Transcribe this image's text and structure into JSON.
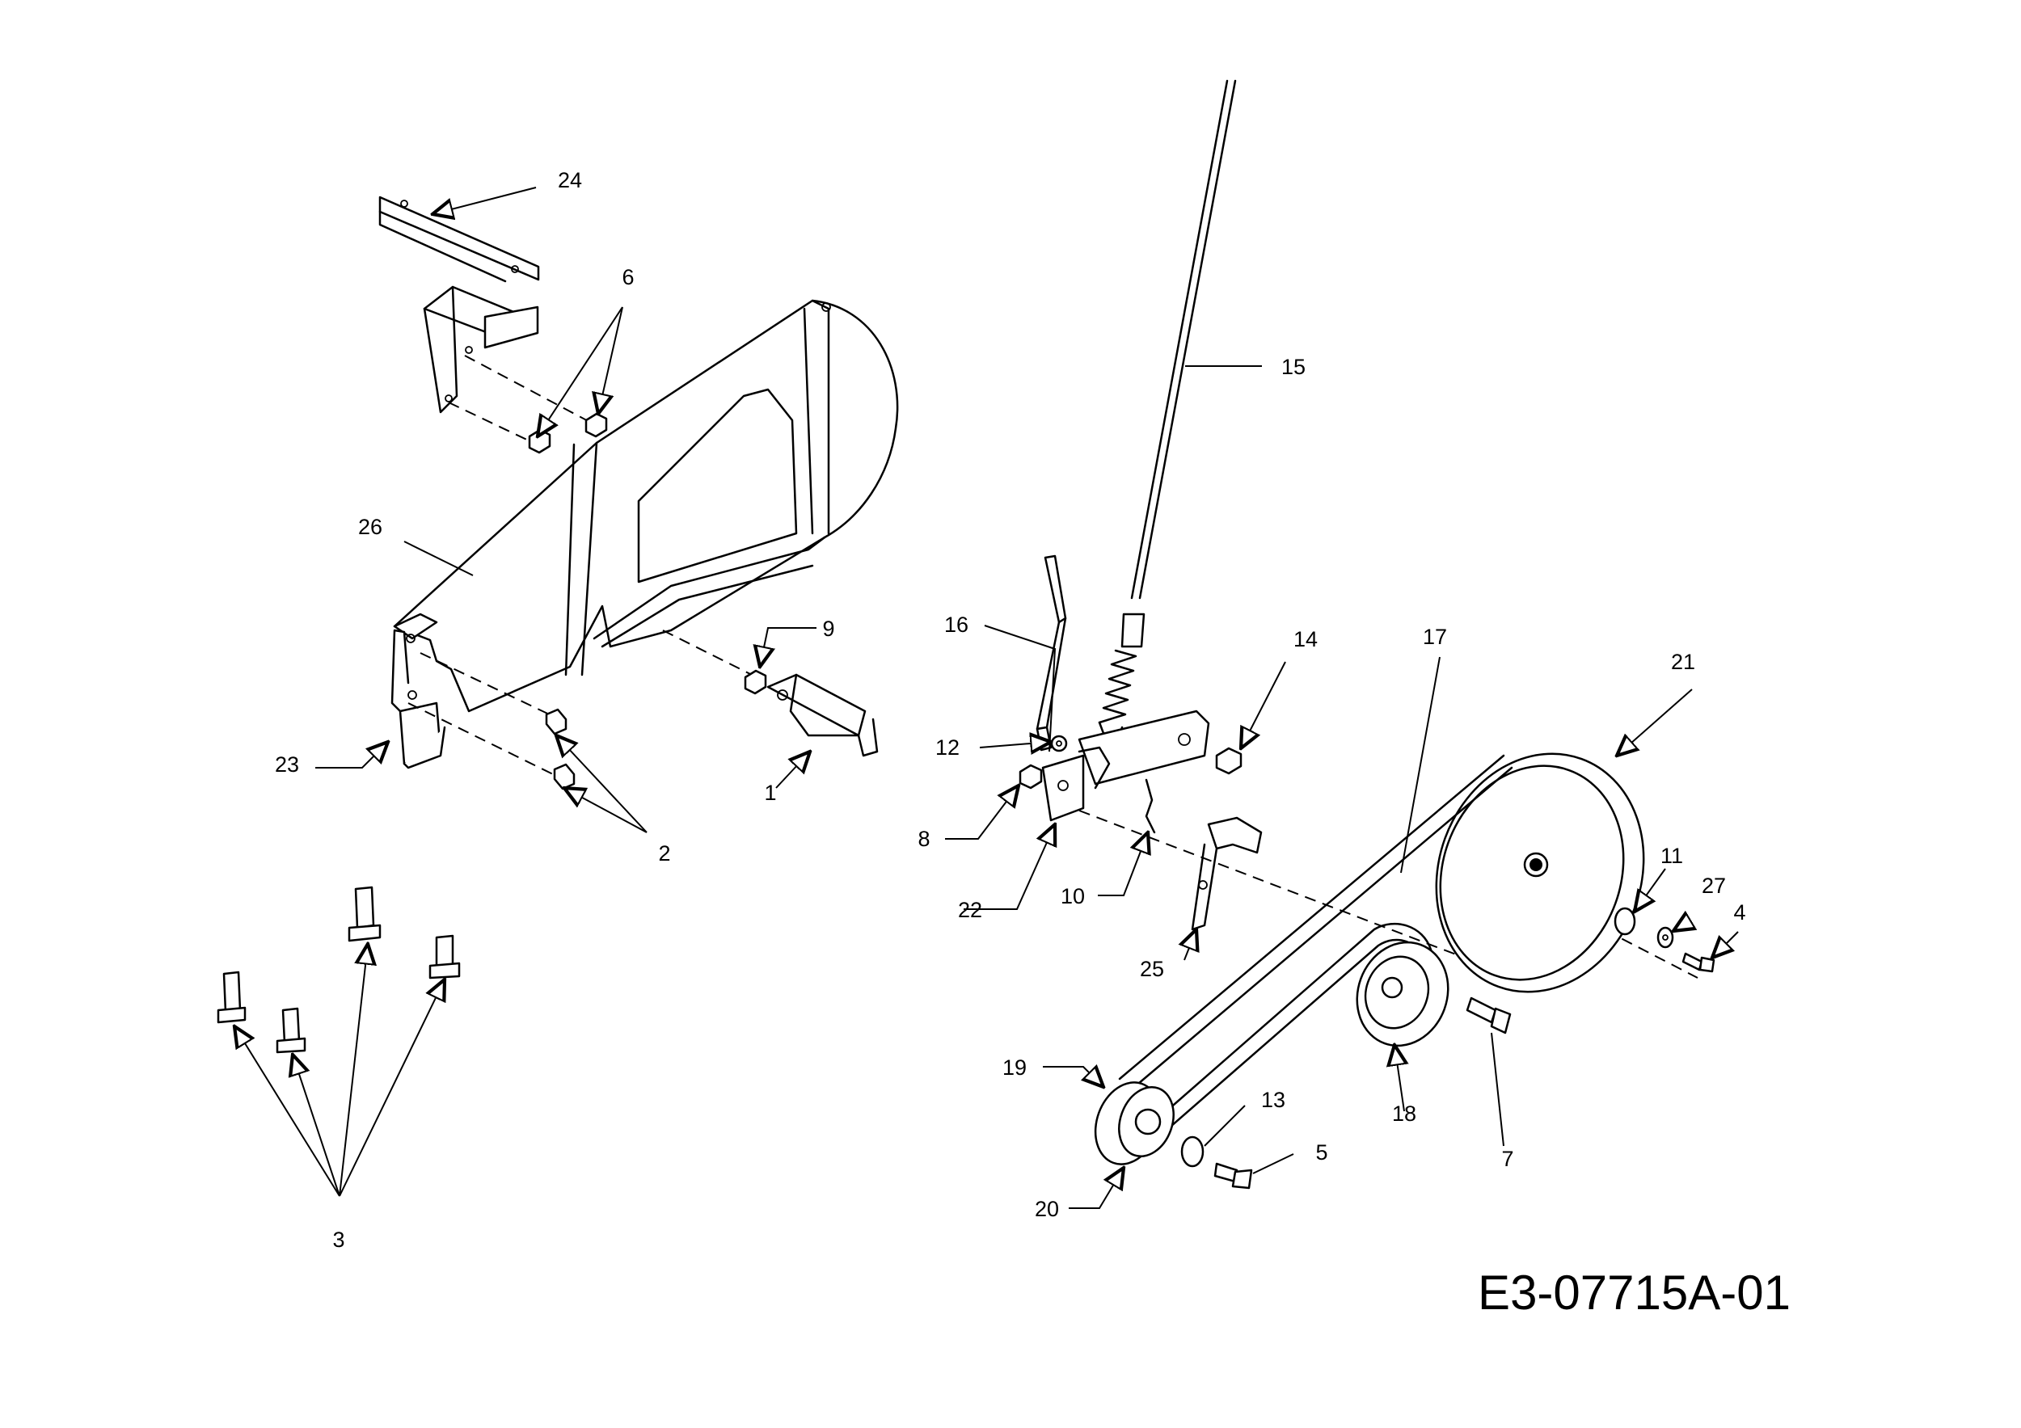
{
  "drawing_number": "E3-07715A-01",
  "callouts": [
    {
      "id": "c1",
      "label": "1"
    },
    {
      "id": "c2",
      "label": "2"
    },
    {
      "id": "c3",
      "label": "3"
    },
    {
      "id": "c4",
      "label": "4"
    },
    {
      "id": "c5",
      "label": "5"
    },
    {
      "id": "c6",
      "label": "6"
    },
    {
      "id": "c7",
      "label": "7"
    },
    {
      "id": "c8",
      "label": "8"
    },
    {
      "id": "c9",
      "label": "9"
    },
    {
      "id": "c10",
      "label": "10"
    },
    {
      "id": "c11",
      "label": "11"
    },
    {
      "id": "c12",
      "label": "12"
    },
    {
      "id": "c13",
      "label": "13"
    },
    {
      "id": "c14",
      "label": "14"
    },
    {
      "id": "c15",
      "label": "15"
    },
    {
      "id": "c16",
      "label": "16"
    },
    {
      "id": "c17",
      "label": "17"
    },
    {
      "id": "c18",
      "label": "18"
    },
    {
      "id": "c19",
      "label": "19"
    },
    {
      "id": "c20",
      "label": "20"
    },
    {
      "id": "c21",
      "label": "21"
    },
    {
      "id": "c22",
      "label": "22"
    },
    {
      "id": "c23",
      "label": "23"
    },
    {
      "id": "c24",
      "label": "24"
    },
    {
      "id": "c25",
      "label": "25"
    },
    {
      "id": "c26",
      "label": "26"
    },
    {
      "id": "c27",
      "label": "27"
    }
  ]
}
